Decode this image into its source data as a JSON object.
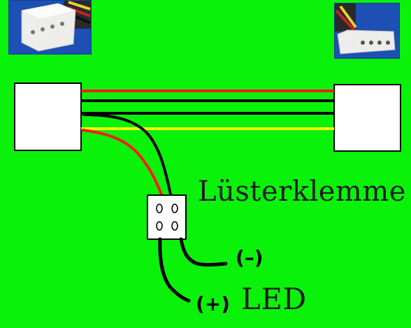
{
  "labels": {
    "terminal_block": "Lüsterklemme",
    "led": "LED",
    "minus": "(–)",
    "plus": "(+)"
  },
  "colors": {
    "background": "#0af20a",
    "wire_red": "#ff1a1a",
    "wire_black": "#000000",
    "wire_yellow": "#ffff00",
    "connector_body": "#ffffff",
    "photo_background": "#1d4fb5"
  },
  "icons": {
    "left_photo": "molex-connector-photo",
    "right_photo": "molex-connector-photo"
  }
}
